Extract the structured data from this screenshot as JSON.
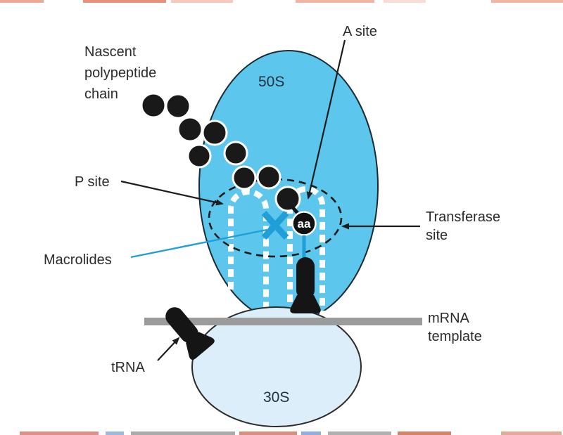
{
  "figure": {
    "labels": {
      "nascent_line1": "Nascent",
      "nascent_line2": "polypeptide",
      "nascent_line3": "chain",
      "large_subunit": "50S",
      "small_subunit": "30S",
      "a_site": "A site",
      "p_site": "P site",
      "macrolides": "Macrolides",
      "transferase_line1": "Transferase",
      "transferase_line2": "site",
      "mrna_line1": "mRNA",
      "mrna_line2": "template",
      "trna": "tRNA",
      "amino_acid": "aa"
    },
    "colors": {
      "large_subunit_fill": "#5CC6EC",
      "large_subunit_outline": "#1C2B33",
      "small_subunit_fill": "#DCEEF9",
      "small_subunit_outline": "#2A2A2A",
      "mrna_bar": "#9B9B9B",
      "macrolide_accent": "#1E9FD8",
      "label_text": "#2B2B2B",
      "dark_shape": "#151515"
    }
  }
}
